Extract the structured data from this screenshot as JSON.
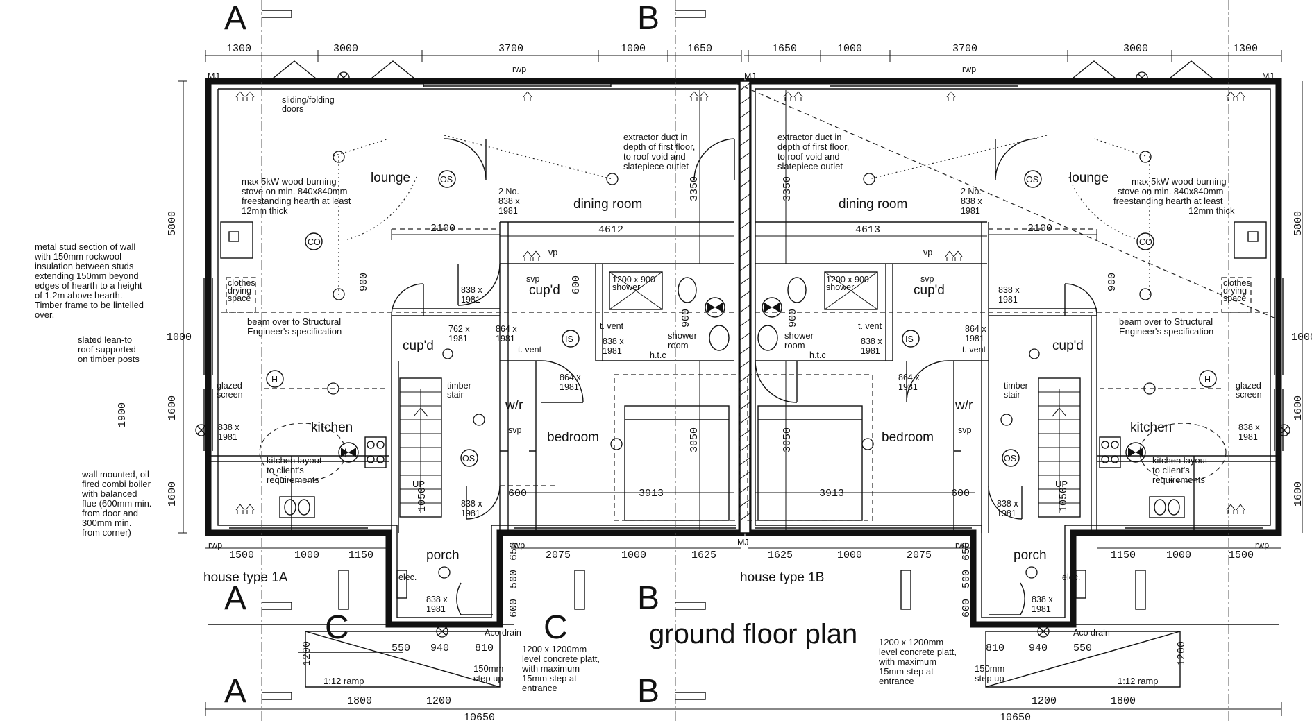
{
  "title": "ground floor plan",
  "houses": {
    "left": "house type 1A",
    "right": "house type 1B"
  },
  "sections": {
    "a": "A",
    "b": "B",
    "c": "C"
  },
  "top_dims_left": [
    "1300",
    "3000",
    "3700",
    "1000",
    "1650"
  ],
  "top_dims_right": [
    "1650",
    "1000",
    "3700",
    "3000",
    "1300"
  ],
  "bottom_dims_left": [
    "1500",
    "1000",
    "1150"
  ],
  "bottom_dims_mid_left": [
    "2075",
    "1000",
    "1625"
  ],
  "bottom_dims_mid_right": [
    "1625",
    "1000",
    "2075"
  ],
  "bottom_dims_right": [
    "1150",
    "1000",
    "1500"
  ],
  "porch_dims_left": [
    "550",
    "940",
    "810"
  ],
  "porch_dims_right": [
    "810",
    "940",
    "550"
  ],
  "ramp_dims_left": [
    "1800",
    "1200"
  ],
  "ramp_dims_right": [
    "1200",
    "1800"
  ],
  "overall": "10650",
  "side_dims": {
    "h5800": "5800",
    "h1600": "1600",
    "h1900": "1900",
    "w1000": "1000",
    "h1200": "1200",
    "h650": "650",
    "h500": "500",
    "h600": "600",
    "h900": "900",
    "h3350": "3350",
    "h3050": "3050",
    "h1050": "1050",
    "w2100": "2100",
    "w4612": "4612",
    "w4613": "4613",
    "w3913": "3913",
    "w600": "600"
  },
  "rooms": {
    "lounge": "lounge",
    "dining": "dining room",
    "kitchen": "kitchen",
    "bedroom": "bedroom",
    "porch": "porch",
    "cupd": "cup'd",
    "wr": "w/r",
    "shower": [
      "shower",
      "room"
    ]
  },
  "symbols": {
    "os": "OS",
    "co": "CO",
    "is": "IS",
    "h": "H",
    "mj": "MJ",
    "rwp": "rwp",
    "svp": "svp",
    "vp": "vp",
    "up": "UP",
    "elec": "elec.",
    "htc": "h.t.c",
    "aco": "Aco drain",
    "tvent": "t. vent",
    "stair": [
      "timber",
      "stair"
    ],
    "glazed": [
      "glazed",
      "screen"
    ],
    "clothes": [
      "clothes",
      "drying",
      "space"
    ],
    "shower_tray": [
      "1200 x 900",
      "shower"
    ],
    "sliding": [
      "sliding/folding",
      "doors"
    ],
    "twono": [
      "2 No.",
      "838 x",
      "1981"
    ]
  },
  "doors": {
    "d838": [
      "838 x",
      "1981"
    ],
    "d762": [
      "762 x",
      "1981"
    ],
    "d864": [
      "864 x",
      "1981"
    ]
  },
  "notes": {
    "stove": [
      "max 5kW wood-burning",
      "stove on min. 840x840mm",
      "freestanding hearth at least",
      "12mm thick"
    ],
    "extractor": [
      "extractor duct in",
      "depth of first floor,",
      "to roof void and",
      "slatepiece outlet"
    ],
    "beam": [
      "beam over to Structural",
      "Engineer's specification"
    ],
    "kitchen_layout": [
      "kitchen layout",
      "to client's",
      "requirements"
    ],
    "metal_stud": [
      "metal stud section of wall",
      "with 150mm rockwool",
      "insulation between studs",
      "extending 150mm beyond",
      "edges of hearth to a height",
      "of 1.2m above hearth.",
      "Timber frame to be lintelled",
      "over."
    ],
    "lean_to": [
      "slated lean-to",
      "roof supported",
      "on timber posts"
    ],
    "boiler": [
      "wall mounted, oil",
      "fired combi boiler",
      "with balanced",
      "flue (600mm min.",
      "from door and",
      "300mm min.",
      "from corner)"
    ],
    "platt": [
      "1200 x 1200mm",
      "level concrete platt,",
      "with maximum",
      "15mm step at",
      "entrance"
    ],
    "step": [
      "150mm",
      "step up"
    ],
    "ramp": "1:12 ramp"
  }
}
